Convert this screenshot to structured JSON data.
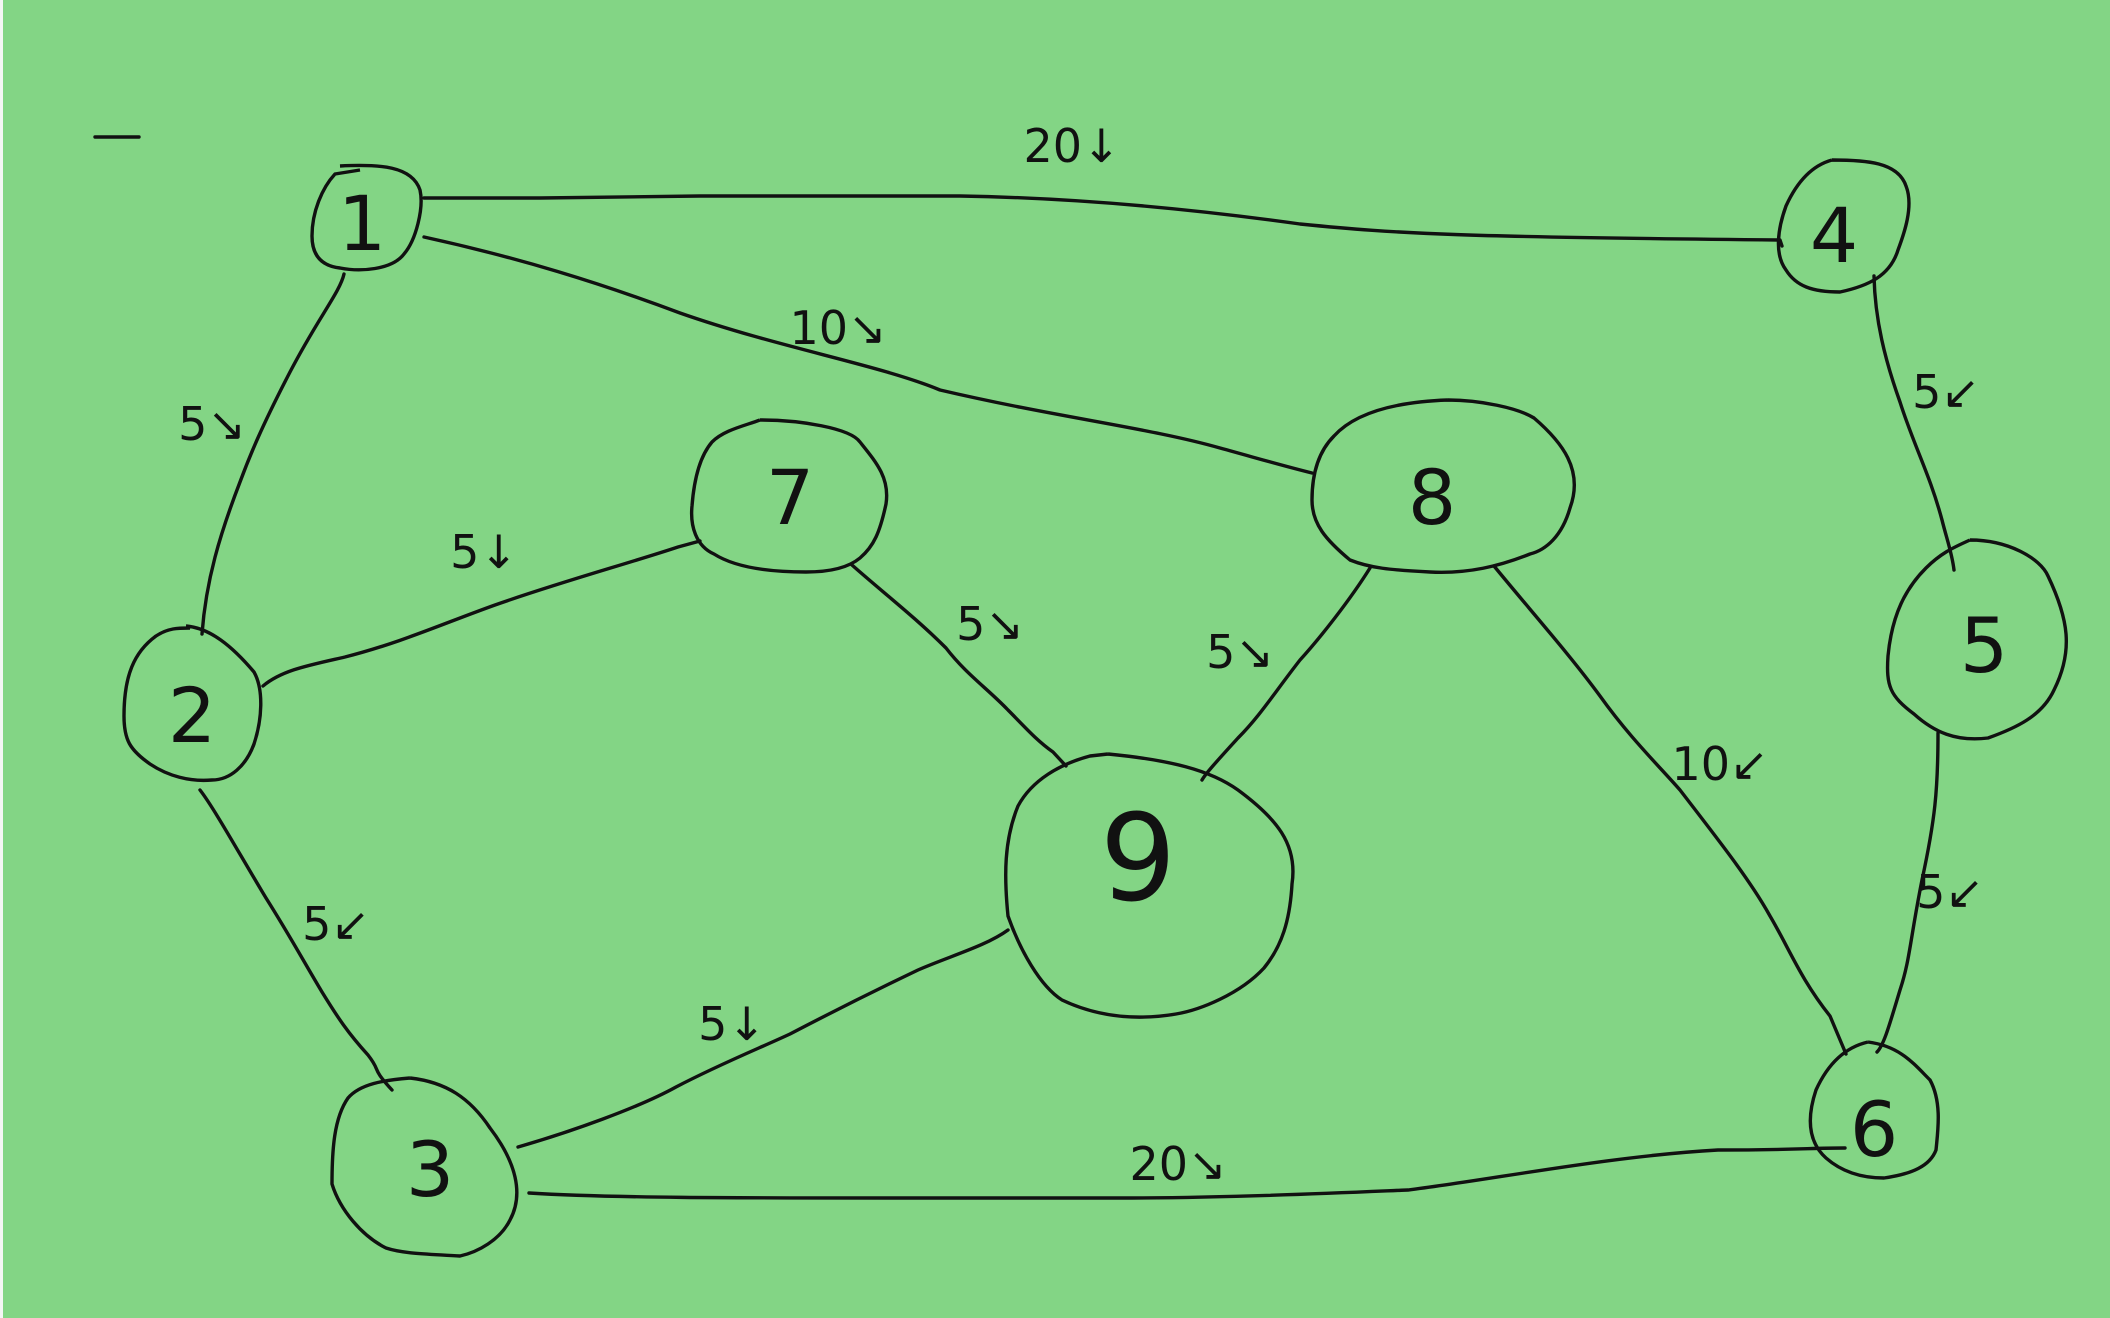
{
  "colors": {
    "background": "#83d585",
    "ink": "#111111"
  },
  "mark": "—",
  "nodes": [
    {
      "id": "1",
      "label": "1"
    },
    {
      "id": "2",
      "label": "2"
    },
    {
      "id": "3",
      "label": "3"
    },
    {
      "id": "4",
      "label": "4"
    },
    {
      "id": "5",
      "label": "5"
    },
    {
      "id": "6",
      "label": "6"
    },
    {
      "id": "7",
      "label": "7"
    },
    {
      "id": "8",
      "label": "8"
    },
    {
      "id": "9",
      "label": "9"
    }
  ],
  "edges": [
    {
      "from": "1",
      "to": "4",
      "label": "20↓"
    },
    {
      "from": "1",
      "to": "8",
      "label": "10↘"
    },
    {
      "from": "1",
      "to": "2",
      "label": "5↘"
    },
    {
      "from": "4",
      "to": "5",
      "label": "5↙"
    },
    {
      "from": "2",
      "to": "7",
      "label": "5↓"
    },
    {
      "from": "7",
      "to": "9",
      "label": "5↘"
    },
    {
      "from": "8",
      "to": "9",
      "label": "5↘"
    },
    {
      "from": "8",
      "to": "6",
      "label": "10↙"
    },
    {
      "from": "5",
      "to": "6",
      "label": "5↙"
    },
    {
      "from": "2",
      "to": "3",
      "label": "5↙"
    },
    {
      "from": "3",
      "to": "9",
      "label": "5↓"
    },
    {
      "from": "3",
      "to": "6",
      "label": "20↘"
    }
  ]
}
